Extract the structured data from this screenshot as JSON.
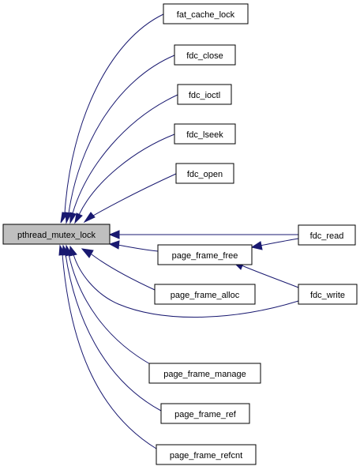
{
  "diagram": {
    "root": {
      "id": "root",
      "label": "pthread_mutex_lock"
    },
    "nodes": [
      {
        "id": "fat_cache_lock",
        "label": "fat_cache_lock"
      },
      {
        "id": "fdc_close",
        "label": "fdc_close"
      },
      {
        "id": "fdc_ioctl",
        "label": "fdc_ioctl"
      },
      {
        "id": "fdc_lseek",
        "label": "fdc_lseek"
      },
      {
        "id": "fdc_open",
        "label": "fdc_open"
      },
      {
        "id": "fdc_read",
        "label": "fdc_read"
      },
      {
        "id": "page_frame_free",
        "label": "page_frame_free"
      },
      {
        "id": "page_frame_alloc",
        "label": "page_frame_alloc"
      },
      {
        "id": "fdc_write",
        "label": "fdc_write"
      },
      {
        "id": "page_frame_manage",
        "label": "page_frame_manage"
      },
      {
        "id": "page_frame_ref",
        "label": "page_frame_ref"
      },
      {
        "id": "page_frame_refcnt",
        "label": "page_frame_refcnt"
      }
    ],
    "edges": [
      {
        "from": "fat_cache_lock",
        "to": "root"
      },
      {
        "from": "fdc_close",
        "to": "root"
      },
      {
        "from": "fdc_ioctl",
        "to": "root"
      },
      {
        "from": "fdc_lseek",
        "to": "root"
      },
      {
        "from": "fdc_open",
        "to": "root"
      },
      {
        "from": "fdc_read",
        "to": "root"
      },
      {
        "from": "page_frame_free",
        "to": "root"
      },
      {
        "from": "fdc_read",
        "to": "page_frame_free"
      },
      {
        "from": "fdc_write",
        "to": "page_frame_free"
      },
      {
        "from": "page_frame_alloc",
        "to": "root"
      },
      {
        "from": "fdc_write",
        "to": "root"
      },
      {
        "from": "page_frame_manage",
        "to": "root"
      },
      {
        "from": "page_frame_ref",
        "to": "root"
      },
      {
        "from": "page_frame_refcnt",
        "to": "root"
      }
    ],
    "colors": {
      "edge": "#191970",
      "root_fill": "#bfbfbf",
      "node_fill": "#ffffff",
      "border": "#000000"
    }
  }
}
